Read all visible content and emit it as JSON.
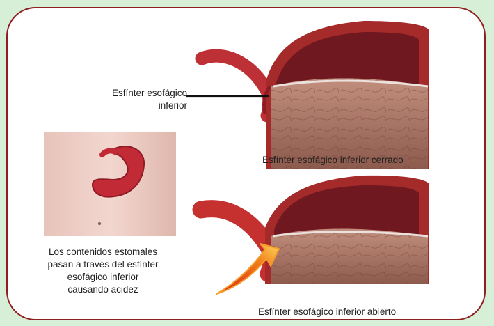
{
  "colors": {
    "page_background": "#d7efd6",
    "frame_border": "#8f1f1f",
    "panel_background": "#ffffff",
    "tissue_red": "#b92f34",
    "stomach_lining": "#8d2f24",
    "stomach_contents": "#9f6a5a",
    "skin": "#efd0c8",
    "acid_arrow_orange": "#f59b2c"
  },
  "labels": {
    "lower_sphincter": "Esfínter esofágico\ninferior",
    "closed_caption": "Esfínter esofágico inferior cerrado",
    "open_caption": "Esfínter esofágico inferior abierto",
    "contents_caption": "Los contenidos estomales\npasan a través del esfínter\nesofágico inferior\ncausando acidez"
  }
}
